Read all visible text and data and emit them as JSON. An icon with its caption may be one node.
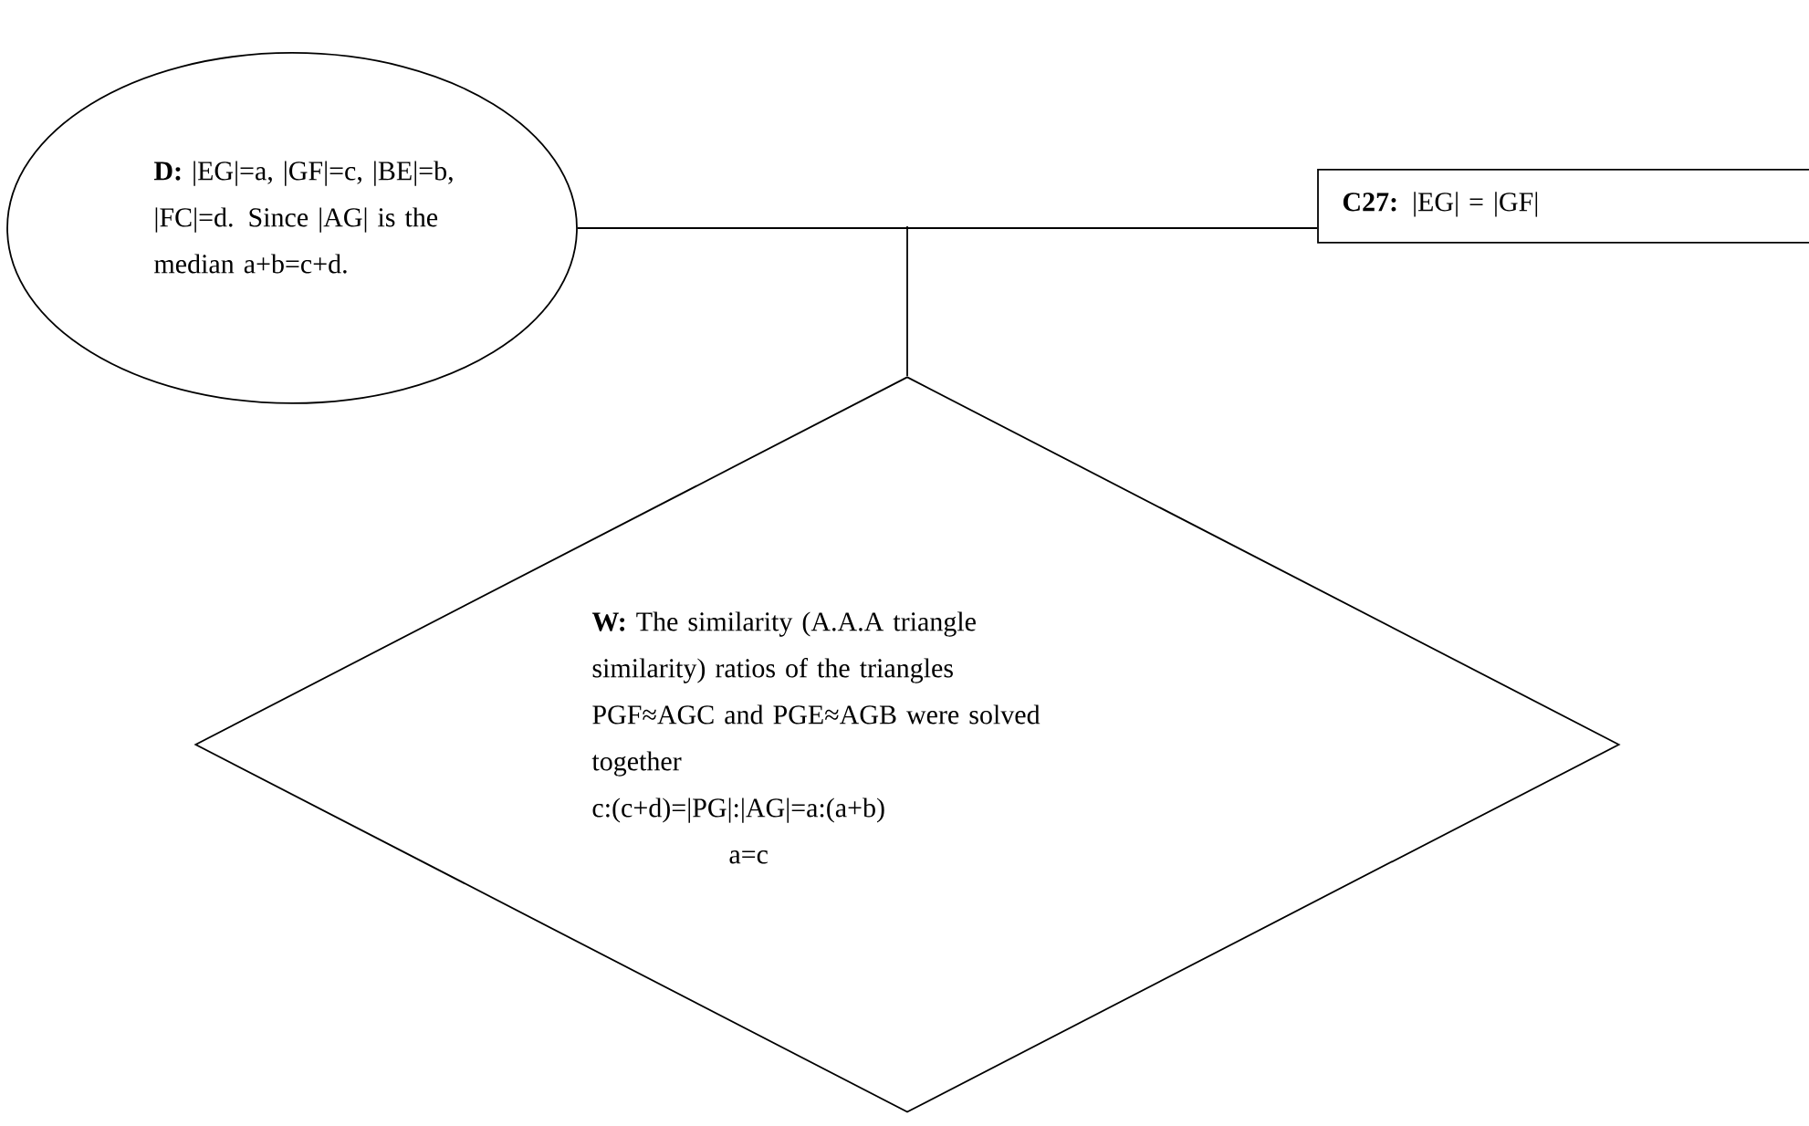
{
  "diagram": {
    "nodes": [
      {
        "text": [
          "**D:** |EG|=a, |GF|=c, |BE|=b, |FC|=d. Since |AG| is the median a+b=c+d."
        ]
      },
      {
        "text": [
          "**C27:** |EG| = |GF|"
        ]
      },
      {
        "text": [
          "**W:** The similarity (A.A.A triangle similarity) ratios of the triangles PGF≈AGC and PGE≈AGB were solved together",
          "c:(c+d)=|PG|:|AG|=a:(a+b)",
          "a=c"
        ]
      }
    ],
    "edges": [
      {
        "from": 0,
        "to": 1,
        "arrow": "none"
      },
      {
        "from": 2,
        "to": null,
        "arrow": "none"
      }
    ]
  }
}
